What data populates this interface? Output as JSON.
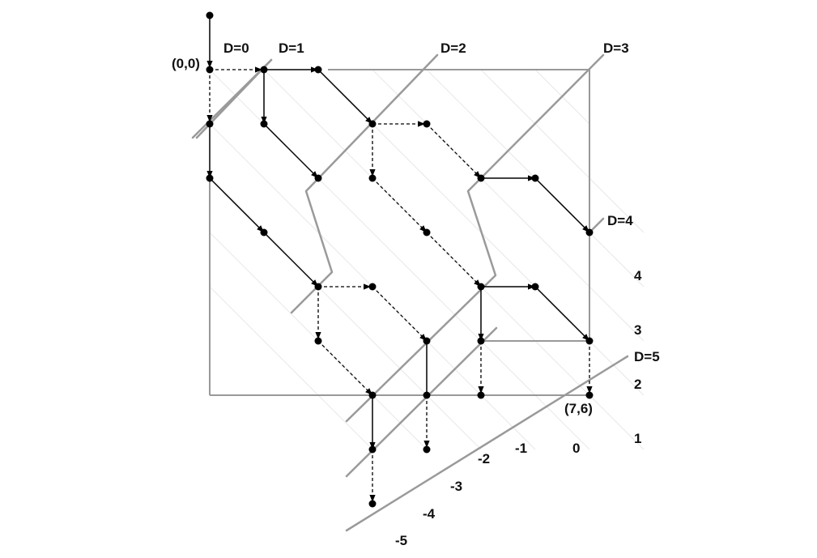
{
  "labels": {
    "origin": "(0,0)",
    "end": "(7,6)",
    "d0": "D=0",
    "d1": "D=1",
    "d2": "D=2",
    "d3": "D=3",
    "d4": "D=4",
    "d5": "D=5",
    "k4": "4",
    "k3": "3",
    "k2": "2",
    "k1": "1",
    "k0": "0",
    "km1": "-1",
    "km2": "-2",
    "km3": "-3",
    "km4": "-4",
    "km5": "-5"
  },
  "colors": {
    "ink": "#000000",
    "frontier": "#9a9a9a",
    "faint": "#e6e6e6"
  }
}
